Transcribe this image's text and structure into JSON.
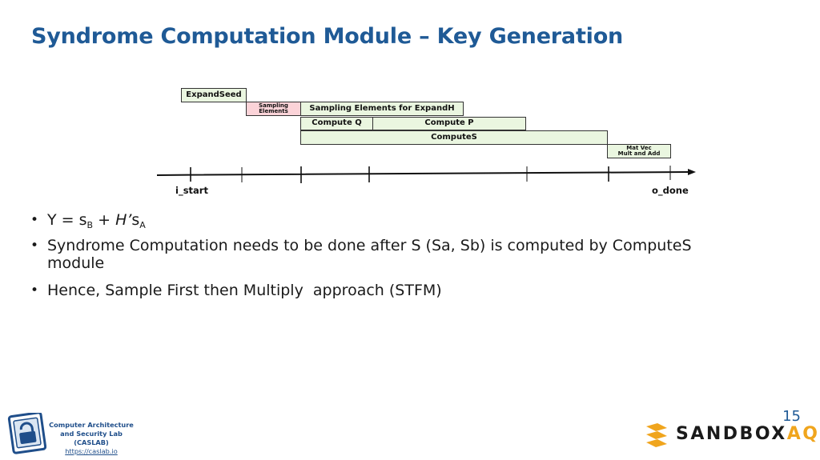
{
  "slide": {
    "title": "Syndrome Computation Module – Key Generation",
    "page_number": "15"
  },
  "timeline": {
    "boxes": {
      "expand_seed": "ExpandSeed",
      "sampling_elements_line1": "Sampling",
      "sampling_elements_line2": "Elements",
      "sampling_expandh": "Sampling Elements for ExpandH",
      "compute_q": "Compute Q",
      "compute_p": "Compute P",
      "compute_s": "ComputeS",
      "mat_vec_line1": "Mat Vec",
      "mat_vec_line2": "Mult and Add"
    },
    "start_label": "i_start",
    "end_label": "o_done",
    "colors": {
      "green_box": "#eaf6e0",
      "pink_box": "#fbd3d8"
    }
  },
  "bullets": {
    "b1_y": "Y = s",
    "b1_sub_b": "B",
    "b1_plus": " + ",
    "b1_h": "H’",
    "b1_s": "s",
    "b1_sub_a": "A",
    "b2": "Syndrome Computation needs to be done after S (Sa, Sb) is computed by ComputeS module",
    "b3": "Hence, Sample First then Multiply  approach (STFM)"
  },
  "footer": {
    "lab_name": "Computer Architecture and Security Lab (CASLAB)",
    "lab_url": "https://caslab.io",
    "brand_main": "SANDBOX",
    "brand_accent": "AQ",
    "colors": {
      "title_blue": "#1f5a96",
      "brand_orange": "#f0a51d"
    }
  }
}
